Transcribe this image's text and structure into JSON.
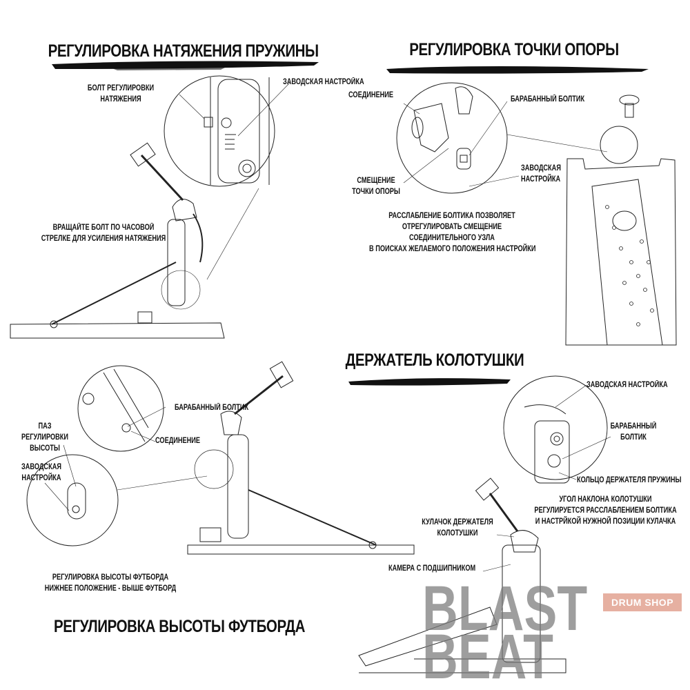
{
  "sections": {
    "spring_tension": {
      "title": "РЕГУЛИРОВКА НАТЯЖЕНИЯ ПРУЖИНЫ",
      "labels": {
        "bolt_1": "БОЛТ РЕГУЛИРОВКИ",
        "bolt_2": "НАТЯЖЕНИЯ",
        "factory": "ЗАВОДСКАЯ НАСТРОЙКА",
        "hint_1": "ВРАЩАЙТЕ БОЛТ ПО ЧАСОВОЙ",
        "hint_2": "СТРЕЛКЕ ДЛЯ УСИЛЕНИЯ НАТЯЖЕНИЯ"
      }
    },
    "pivot_point": {
      "title": "РЕГУЛИРОВКА ТОЧКИ ОПОРЫ",
      "labels": {
        "joint": "СОЕДИНЕНИЕ",
        "drum_key_bolt": "БАРАБАННЫЙ БОЛТИК",
        "offset_1": "СМЕЩЕНИЕ",
        "offset_2": "ТОЧКИ ОПОРЫ",
        "factory_1": "ЗАВОДСКАЯ",
        "factory_2": "НАСТРОЙКА",
        "desc_1": "РАССЛАБЛЕНИЕ БОЛТИКА ПОЗВОЛЯЕТ",
        "desc_2": "ОТРЕГУЛИРОВАТЬ СМЕЩЕНИЕ",
        "desc_3": "СОЕДИНИТЕЛЬНОГО УЗЛА",
        "desc_4": "В ПОИСКАХ ЖЕЛАЕМОГО ПОЛОЖЕНИЯ НАСТРОЙКИ"
      }
    },
    "beater_holder": {
      "title": "ДЕРЖАТЕЛЬ КОЛОТУШКИ",
      "labels": {
        "factory": "ЗАВОДСКАЯ НАСТРОЙКА",
        "drum_key_1": "БАРАБАННЫЙ",
        "drum_key_2": "БОЛТИК",
        "spring_ring": "КОЛЬЦО ДЕРЖАТЕЛЯ ПРУЖИНЫ",
        "angle_1": "УГОЛ НАКЛОНА КОЛОТУШКИ",
        "angle_2": "РЕГУЛИРУЕТСЯ РАССЛАБЛЕНИЕМ БОЛТИКА",
        "angle_3": "И НАСТРЙКОЙ НУЖНОЙ ПОЗИЦИИ КУЛАЧКА",
        "cam_1": "КУЛАЧОК ДЕРЖАТЕЛЯ",
        "cam_2": "КОЛОТУШКИ",
        "bearing": "КАМЕРА С ПОДШИПНИКОМ"
      }
    },
    "footboard_height": {
      "title": "РЕГУЛИРОВКА ВЫСОТЫ ФУТБОРДА",
      "labels": {
        "drum_key_bolt": "БАРАБАННЫЙ БОЛТИК",
        "slot_1": "ПАЗ",
        "slot_2": "РЕГУЛИРОВКИ",
        "slot_3": "ВЫСОТЫ",
        "joint": "СОЕДИНЕНИЕ",
        "factory_1": "ЗАВОДСКАЯ",
        "factory_2": "НАСТРОЙКА",
        "note_1": "РЕГУЛИРОВКА ВЫСОТЫ ФУТБОРДА",
        "note_2": "НИЖНЕЕ ПОЛОЖЕНИЕ - ВЫШЕ ФУТБОРД"
      }
    }
  },
  "watermark": {
    "line_1": "BLAST",
    "line_2": "BEAT",
    "badge": "DRUM SHOP",
    "badge_color": "#de9682"
  }
}
